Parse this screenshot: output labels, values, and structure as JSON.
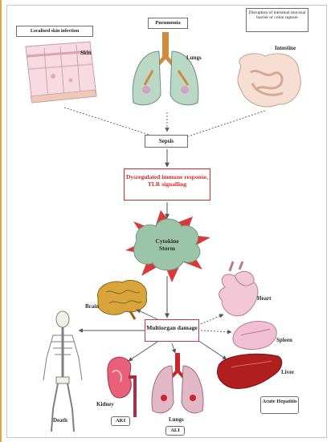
{
  "sources": {
    "skin_infection": "Localised skin infection",
    "pneumonia": "Pneumonia",
    "disruption": "Disruption of intestinal mucosal barrier or colon rupture"
  },
  "organ_labels": {
    "skin": "Skin",
    "lungs_top": "Lungs",
    "intestine": "Intestine",
    "brain": "Brain",
    "heart": "Heart",
    "spleen": "Spleen",
    "liver": "Liver",
    "kidney": "Kidney",
    "lungs_bottom": "Lungs",
    "death": "Death"
  },
  "sepsis": "Sepsis",
  "immune": "Dysregulated immune response, TLR signalling",
  "cytokine": "Cytokine Storm",
  "multiorgan": "Multiorgan damage",
  "aki_kidney": "AKI",
  "aki_lungs": "ALI",
  "acute_hepatitis": "Acute Hepatitis",
  "colors": {
    "arrow": "#555555",
    "immune_text": "#d42a2a",
    "immune_border": "#d42a2a",
    "storm": "#9bc4a8",
    "burst": "#d83a3a",
    "multiorgan_border": "#c23b5a",
    "organ_red": "#c9252a",
    "lung_fill": "#b9d8c6",
    "skin_pink": "#f2c6d2",
    "intestine": "#f3d7c6"
  }
}
